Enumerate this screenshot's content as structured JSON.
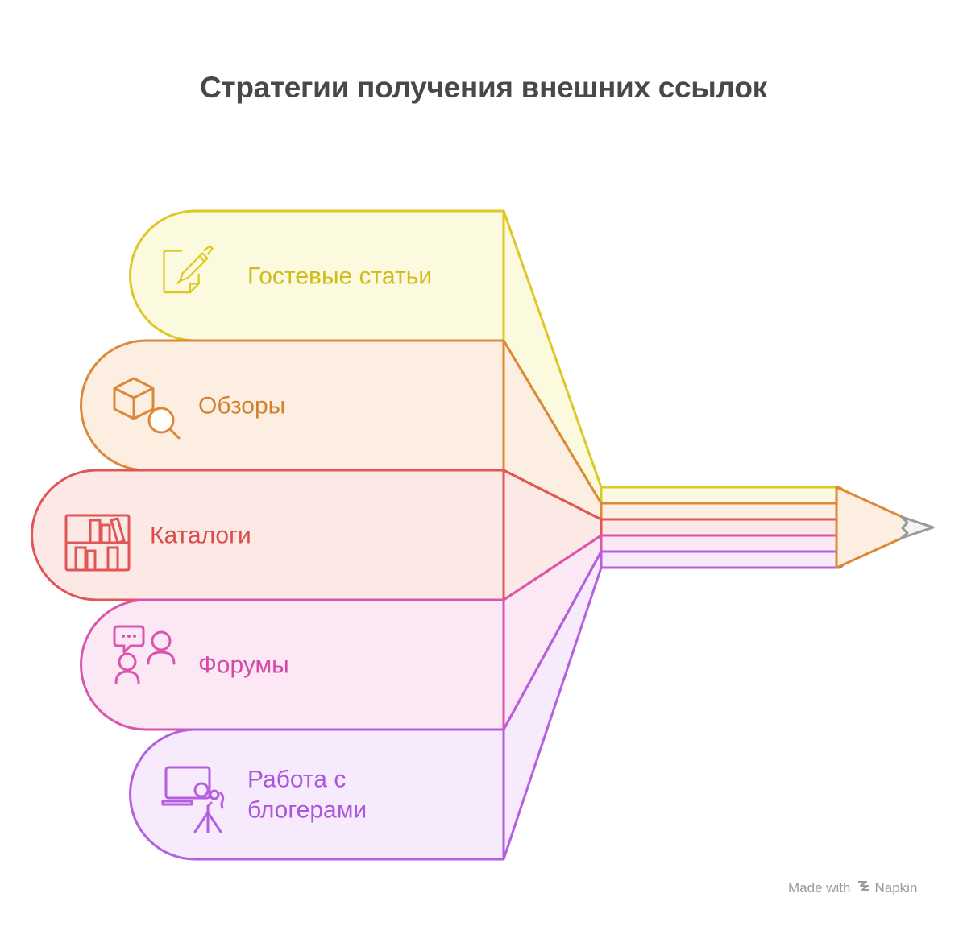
{
  "title": "Стратегии получения внешних ссылок",
  "items": [
    {
      "label_lines": [
        "Гостевые статьи"
      ],
      "icon": "pen-paper-icon",
      "stroke": "#DDC826",
      "fill": "#FCFADE",
      "text": "#D0BC1C"
    },
    {
      "label_lines": [
        "Обзоры"
      ],
      "icon": "box-magnifier-icon",
      "stroke": "#DD8838",
      "fill": "#FCEEE1",
      "text": "#D2812F"
    },
    {
      "label_lines": [
        "Каталоги"
      ],
      "icon": "bookshelf-icon",
      "stroke": "#E05556",
      "fill": "#FCE9E6",
      "text": "#DB4C4D"
    },
    {
      "label_lines": [
        "Форумы"
      ],
      "icon": "people-chat-icon",
      "stroke": "#DA55AE",
      "fill": "#FCE7F5",
      "text": "#D44BA6"
    },
    {
      "label_lines": [
        "Работа с",
        "блогерами"
      ],
      "icon": "presenter-mic-icon",
      "stroke": "#B45FE0",
      "fill": "#F6EAFC",
      "text": "#AC56DA"
    }
  ],
  "pencil": {
    "tip_color": "#999999"
  },
  "credit": {
    "prefix": "Made with",
    "brand": "Napkin"
  }
}
